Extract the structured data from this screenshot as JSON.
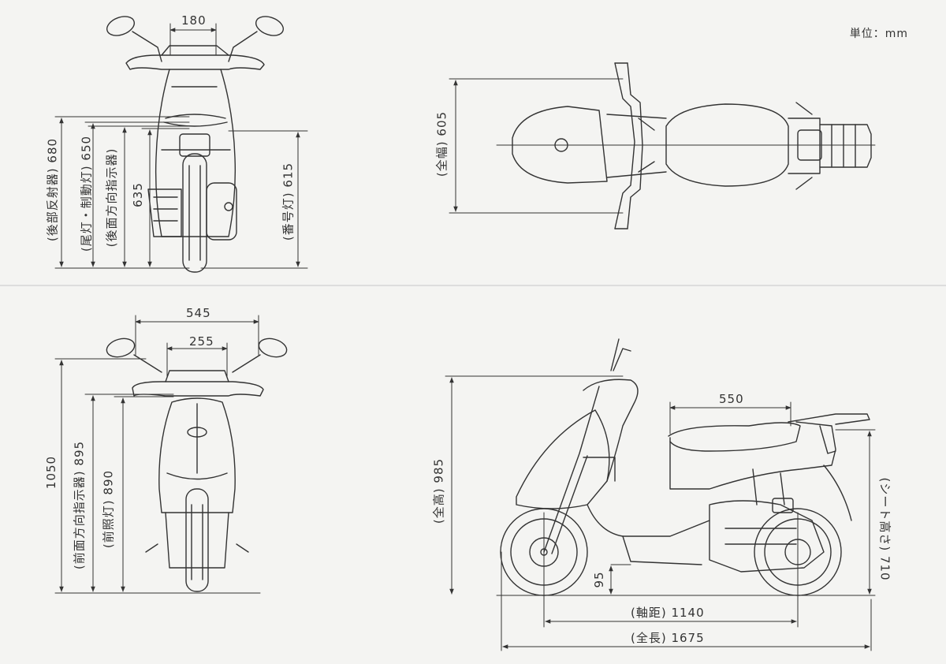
{
  "unit_label": "単位：mm",
  "rear_view": {
    "top_width": "180",
    "rear_reflector": "(後部反射器) 680",
    "tail_brake_light": "(尾灯・制動灯) 650",
    "rear_turn_signal": "(後面方向指示器)",
    "rear_turn_signal_value": "635",
    "license_light": "(番号灯) 615"
  },
  "top_view": {
    "overall_width": "(全幅) 605"
  },
  "front_view": {
    "mirror_span": "545",
    "handle_span": "255",
    "total_height": "1050",
    "front_turn_signal": "(前面方向指示器) 895",
    "headlight": "(前照灯) 890"
  },
  "side_view": {
    "seat_length": "550",
    "overall_height": "(全高) 985",
    "seat_height": "(シート高さ) 710",
    "ground_clearance": "95",
    "wheelbase": "(軸距) 1140",
    "overall_length": "(全長) 1675"
  }
}
